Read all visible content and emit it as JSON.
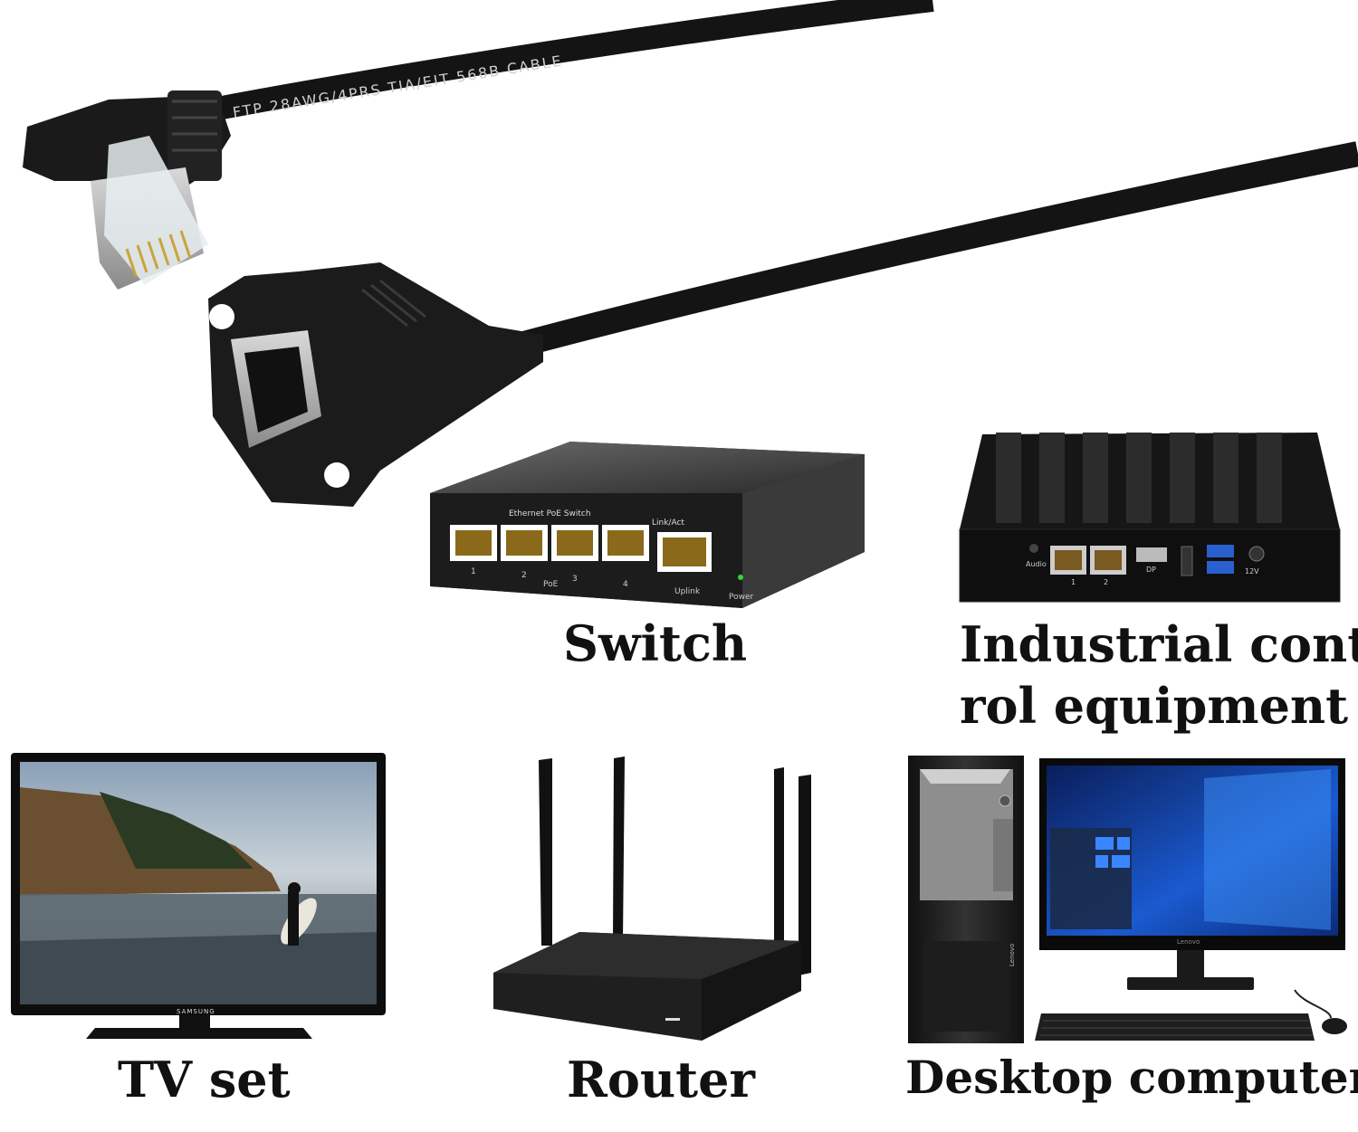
{
  "cable": {
    "print_text": "FTP  28AWG/4PRS    TIA/EIT   568B   CABLE"
  },
  "switch_device": {
    "top_label": "Ethernet PoE Switch",
    "link_label": "Link/Act",
    "port_numbers": [
      "1",
      "2",
      "3",
      "4"
    ],
    "poe_label": "PoE",
    "uplink_label": "Uplink",
    "power_label": "Power"
  },
  "ipc_device": {
    "audio_label": "Audio",
    "dp_label": "DP",
    "lan_numbers": [
      "1",
      "2"
    ],
    "power_label": "12V"
  },
  "tv_device": {
    "brand": "SAMSUNG"
  },
  "desktop_device": {
    "tower_brand": "Lenovo",
    "monitor_brand": "Lenovo"
  },
  "captions": {
    "switch": "Switch",
    "industrial_line1": "Industrial cont-",
    "industrial_line2": "rol equipment",
    "tv": "TV set",
    "router": "Router",
    "desktop": "Desktop computer"
  },
  "colors": {
    "caption": "#111111",
    "device_black": "#1a1a1a",
    "led_green": "#38d33a"
  }
}
